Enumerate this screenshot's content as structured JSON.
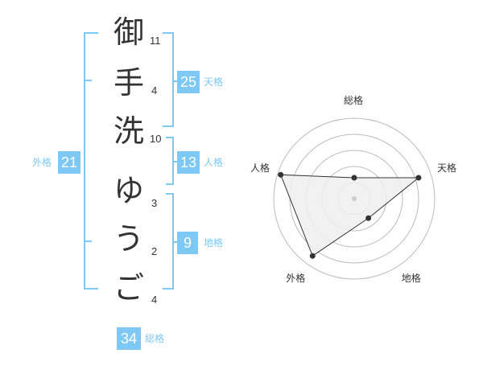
{
  "name": {
    "chars": [
      {
        "char": "御",
        "strokes": "11"
      },
      {
        "char": "手",
        "strokes": "4"
      },
      {
        "char": "洗",
        "strokes": "10"
      },
      {
        "char": "ゆ",
        "strokes": "3"
      },
      {
        "char": "う",
        "strokes": "2"
      },
      {
        "char": "ご",
        "strokes": "4"
      }
    ]
  },
  "fortune": {
    "tenkaku": {
      "value": "25",
      "label": "天格"
    },
    "jinkaku": {
      "value": "13",
      "label": "人格"
    },
    "chikaku": {
      "value": "9",
      "label": "地格"
    },
    "gaikaku": {
      "value": "21",
      "label": "外格"
    },
    "soukaku": {
      "value": "34",
      "label": "総格"
    }
  },
  "chart_data": {
    "type": "radar",
    "axes": [
      "総格",
      "天格",
      "地格",
      "外格",
      "人格"
    ],
    "values": [
      1.3,
      4.2,
      1.5,
      4.4,
      4.8
    ],
    "rmax": 5,
    "rings": 5,
    "grid": true,
    "colors": {
      "fill": "#efefef",
      "line": "#333333",
      "grid": "#bbbbbb",
      "point": "#333333",
      "center": "#cccccc"
    }
  },
  "colors": {
    "accent": "#7ec8f5",
    "text": "#333333"
  }
}
